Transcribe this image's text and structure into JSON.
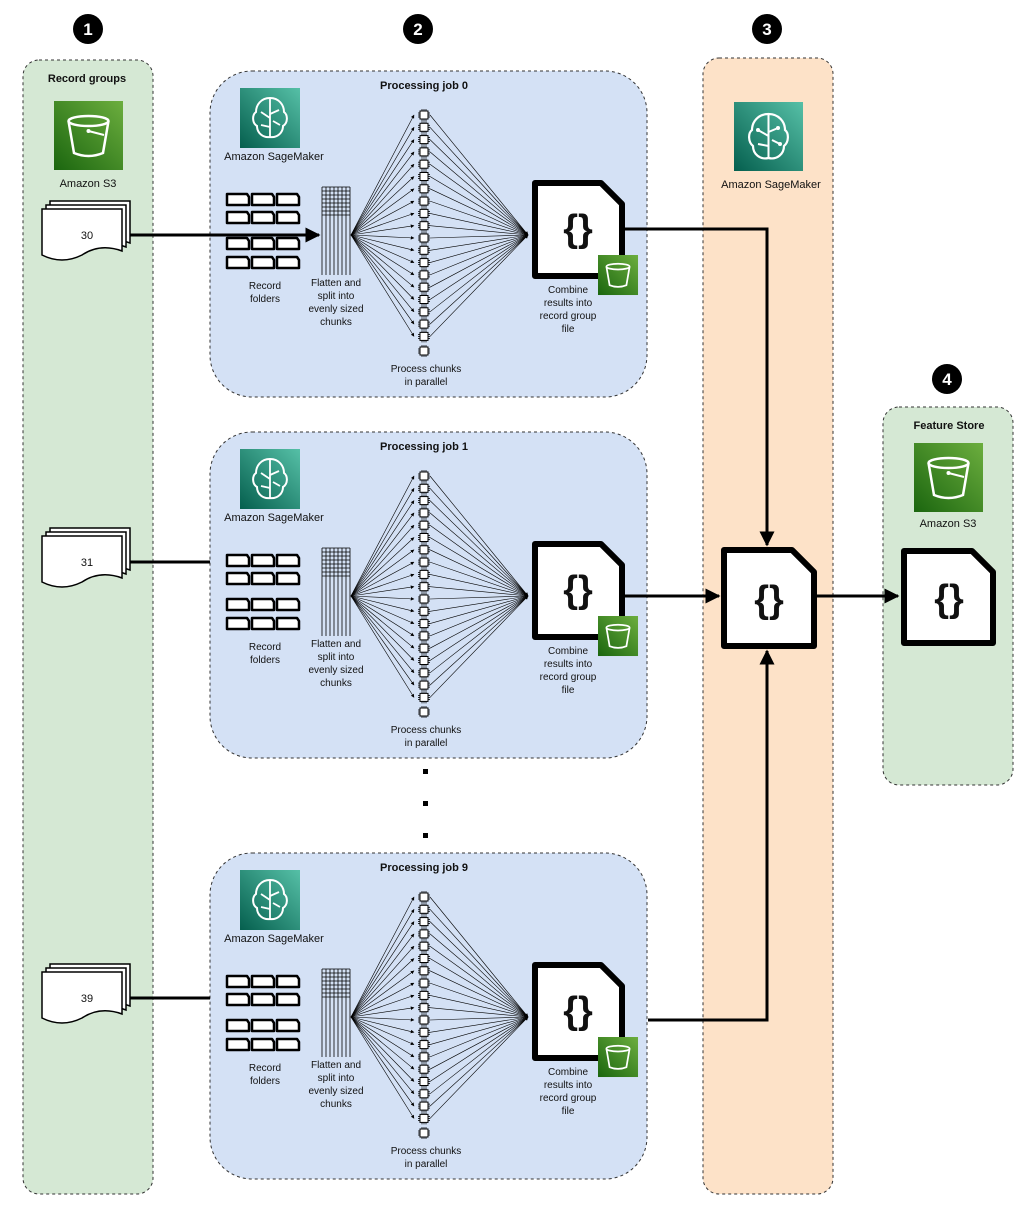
{
  "steps": [
    "1",
    "2",
    "3",
    "4"
  ],
  "record_groups": {
    "title": "Record groups",
    "s3_label": "Amazon S3",
    "groups": [
      "30",
      "31",
      "39"
    ]
  },
  "jobs": [
    {
      "title": "Processing job 0"
    },
    {
      "title": "Processing job 1"
    },
    {
      "title": "Processing job 9"
    }
  ],
  "job_labels": {
    "sagemaker": "Amazon SageMaker",
    "record_folders": [
      "Record",
      "folders"
    ],
    "flatten": [
      "Flatten and",
      "split into",
      "evenly sized",
      "chunks"
    ],
    "combine": [
      "Combine",
      "results into",
      "record group",
      "file"
    ],
    "process": [
      "Process chunks",
      "in parallel"
    ]
  },
  "merge": {
    "sagemaker_label": "Amazon SageMaker"
  },
  "feature_store": {
    "title": "Feature Store",
    "s3_label": "Amazon S3"
  },
  "colors": {
    "green_fill": "#d5e8d4",
    "blue_fill": "#d4e1f5",
    "orange_fill": "#fde2c8",
    "s3_green": "#3f8624",
    "sagemaker_teal": "#1b8f7a"
  }
}
